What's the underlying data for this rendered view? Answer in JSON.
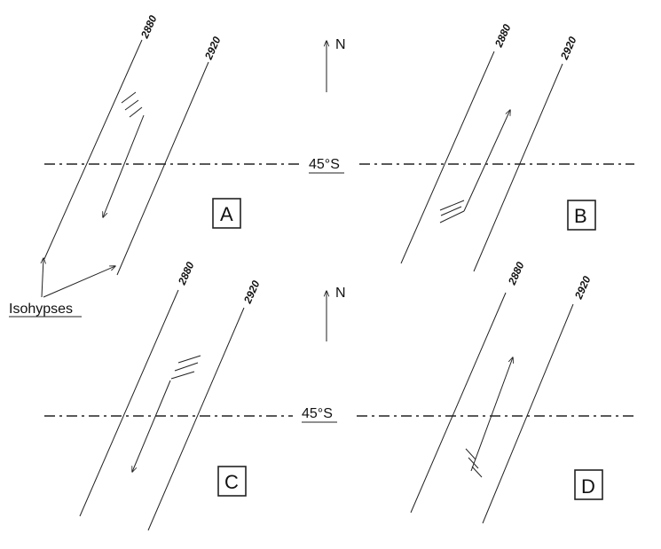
{
  "contour_labels": {
    "low": "2880",
    "high": "2920"
  },
  "latitude_label": "45°S",
  "north_label": "N",
  "legend_label": "Isohypses",
  "panels": [
    {
      "letter": "A"
    },
    {
      "letter": "B"
    },
    {
      "letter": "C"
    },
    {
      "letter": "D"
    }
  ]
}
